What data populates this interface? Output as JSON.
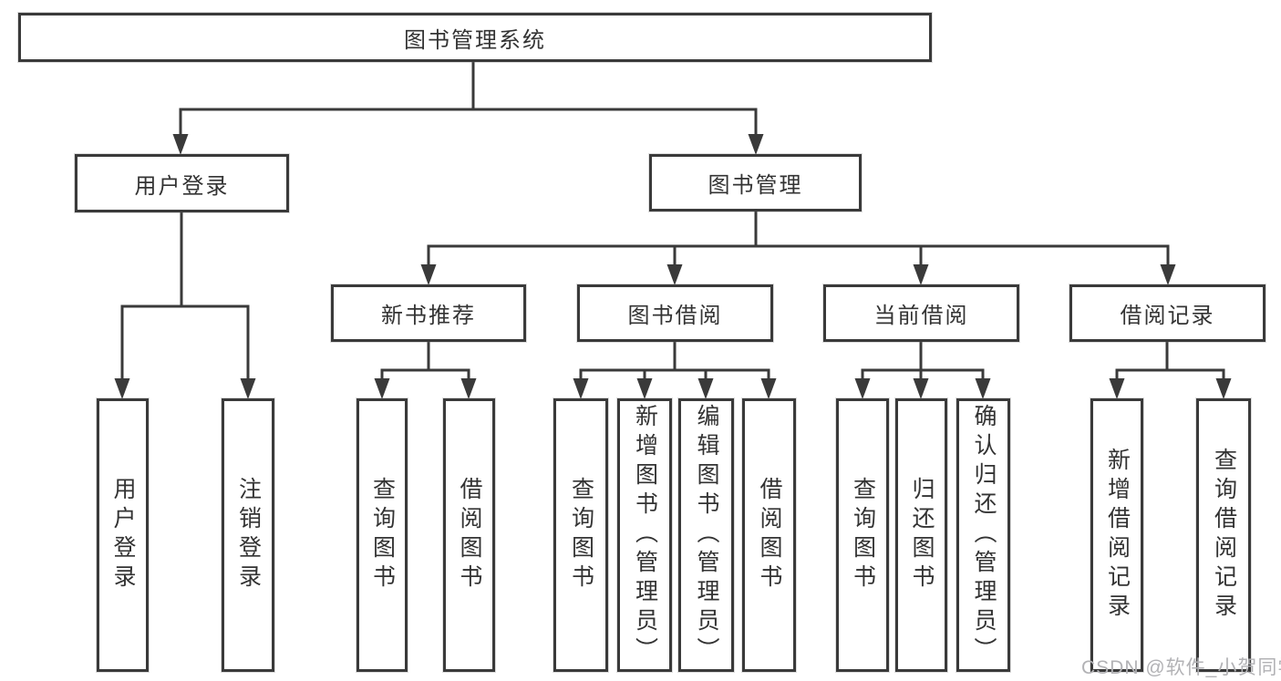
{
  "tree": {
    "root": "图书管理系统",
    "level2": [
      "用户登录",
      "图书管理"
    ],
    "level3": [
      "新书推荐",
      "图书借阅",
      "当前借阅",
      "借阅记录"
    ],
    "leaves_user_login": [
      "用户登录",
      "注销登录"
    ],
    "leaves_new_book": [
      "查询图书",
      "借阅图书"
    ],
    "leaves_book_borrowing": [
      "查询图书",
      "新增图书（管理员）",
      "编辑图书（管理员）",
      "借阅图书"
    ],
    "leaves_current_borrowing": [
      "查询图书",
      "归还图书",
      "确认归还（管理员）"
    ],
    "leaves_borrowing_records": [
      "新增借阅记录",
      "查询借阅记录"
    ]
  },
  "watermark": "CSDN @软件_小贺同学",
  "colors": {
    "line": "#3a3a3a",
    "box_border": "#3a3a3a",
    "text": "#333333",
    "watermark": "#b2b2b5",
    "background": "#ffffff"
  }
}
